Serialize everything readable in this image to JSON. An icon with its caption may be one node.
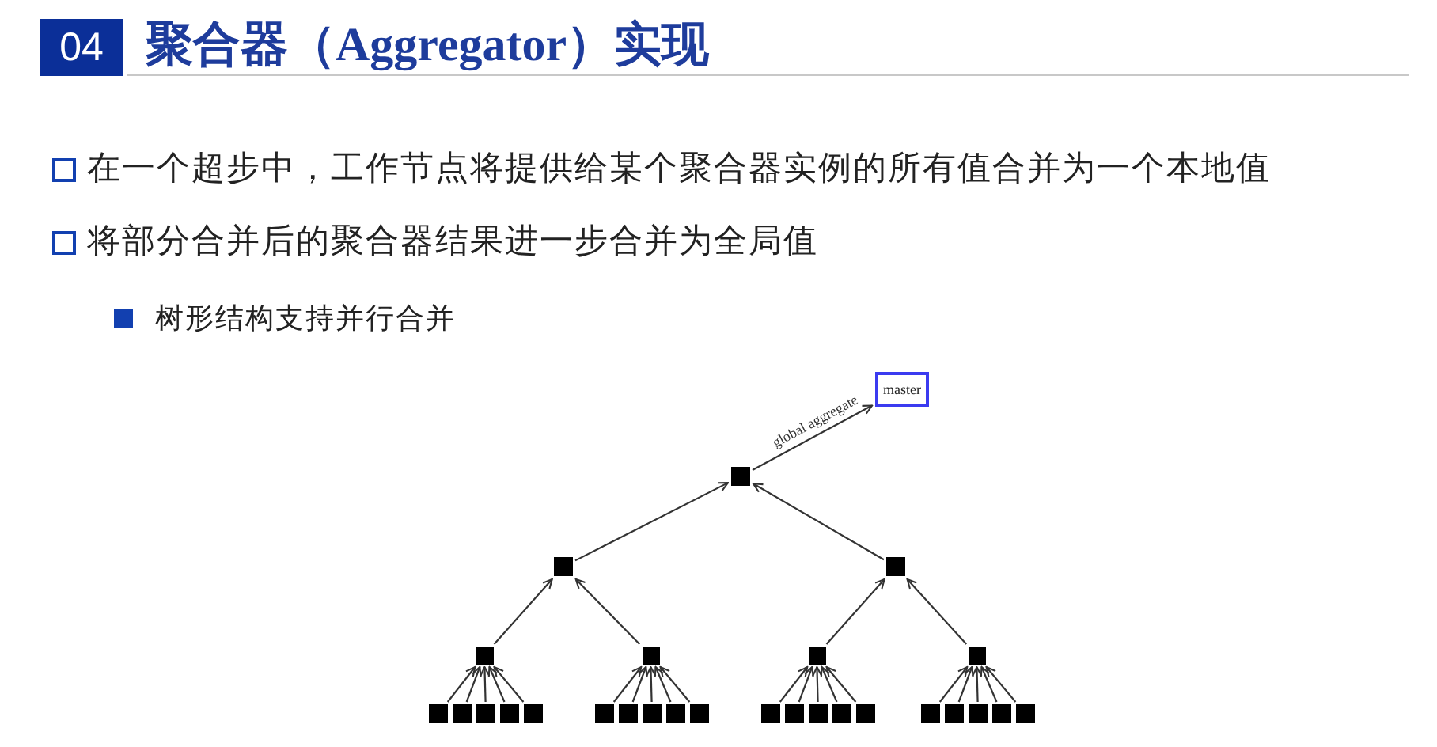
{
  "diagram": {
    "title": "聚合器（Aggregator）实现",
    "nodes": [
      {
        "text": [
          "master"
        ]
      },
      {
        "text": [],
        "shape": "box"
      },
      {
        "text": [],
        "shape": "box"
      },
      {
        "text": [],
        "shape": "box"
      },
      {
        "text": [],
        "shape": "box"
      },
      {
        "text": [],
        "shape": "box"
      },
      {
        "text": [],
        "shape": "box"
      },
      {
        "text": [],
        "shape": "box"
      },
      {
        "text": [],
        "shape": "box"
      },
      {
        "text": [],
        "shape": "box"
      },
      {
        "text": [],
        "shape": "box"
      },
      {
        "text": [],
        "shape": "box"
      },
      {
        "text": [],
        "shape": "box"
      },
      {
        "text": [],
        "shape": "box"
      },
      {
        "text": [],
        "shape": "box"
      },
      {
        "text": [],
        "shape": "box"
      },
      {
        "text": [],
        "shape": "box"
      },
      {
        "text": [],
        "shape": "box"
      },
      {
        "text": [],
        "shape": "box"
      },
      {
        "text": [],
        "shape": "box"
      },
      {
        "text": [],
        "shape": "box"
      },
      {
        "text": [],
        "shape": "box"
      },
      {
        "text": [],
        "shape": "box"
      },
      {
        "text": [],
        "shape": "box"
      },
      {
        "text": [],
        "shape": "box"
      },
      {
        "text": [],
        "shape": "box"
      },
      {
        "text": [],
        "shape": "box"
      },
      {
        "text": [],
        "shape": "box"
      }
    ],
    "edges": [
      {
        "from": 1,
        "to": 0,
        "arrow": "to",
        "label": "global aggregate"
      },
      {
        "from": 2,
        "to": 1,
        "arrow": "to"
      },
      {
        "from": 3,
        "to": 1,
        "arrow": "to"
      },
      {
        "from": 4,
        "to": 2,
        "arrow": "to"
      },
      {
        "from": 5,
        "to": 2,
        "arrow": "to"
      },
      {
        "from": 6,
        "to": 3,
        "arrow": "to"
      },
      {
        "from": 7,
        "to": 3,
        "arrow": "to"
      },
      {
        "from": 8,
        "to": 4,
        "arrow": "to"
      },
      {
        "from": 9,
        "to": 4,
        "arrow": "to"
      },
      {
        "from": 10,
        "to": 4,
        "arrow": "to"
      },
      {
        "from": 11,
        "to": 4,
        "arrow": "to"
      },
      {
        "from": 12,
        "to": 4,
        "arrow": "to"
      },
      {
        "from": 13,
        "to": 5,
        "arrow": "to"
      },
      {
        "from": 14,
        "to": 5,
        "arrow": "to"
      },
      {
        "from": 15,
        "to": 5,
        "arrow": "to"
      },
      {
        "from": 16,
        "to": 5,
        "arrow": "to"
      },
      {
        "from": 17,
        "to": 5,
        "arrow": "to"
      },
      {
        "from": 18,
        "to": 6,
        "arrow": "to"
      },
      {
        "from": 19,
        "to": 6,
        "arrow": "to"
      },
      {
        "from": 20,
        "to": 6,
        "arrow": "to"
      },
      {
        "from": 21,
        "to": 6,
        "arrow": "to"
      },
      {
        "from": 22,
        "to": 6,
        "arrow": "to"
      },
      {
        "from": 23,
        "to": 7,
        "arrow": "to"
      },
      {
        "from": 24,
        "to": 7,
        "arrow": "to"
      },
      {
        "from": 25,
        "to": 7,
        "arrow": "to"
      },
      {
        "from": 26,
        "to": 7,
        "arrow": "to"
      },
      {
        "from": 27,
        "to": 7,
        "arrow": "to"
      }
    ],
    "labels": [
      "04",
      "在一个超步中，工作节点将提供给某个聚合器实例的所有值合并为一个本地值",
      "将部分合并后的聚合器结果进一步合并为全局值",
      "树形结构支持并行合并"
    ]
  }
}
